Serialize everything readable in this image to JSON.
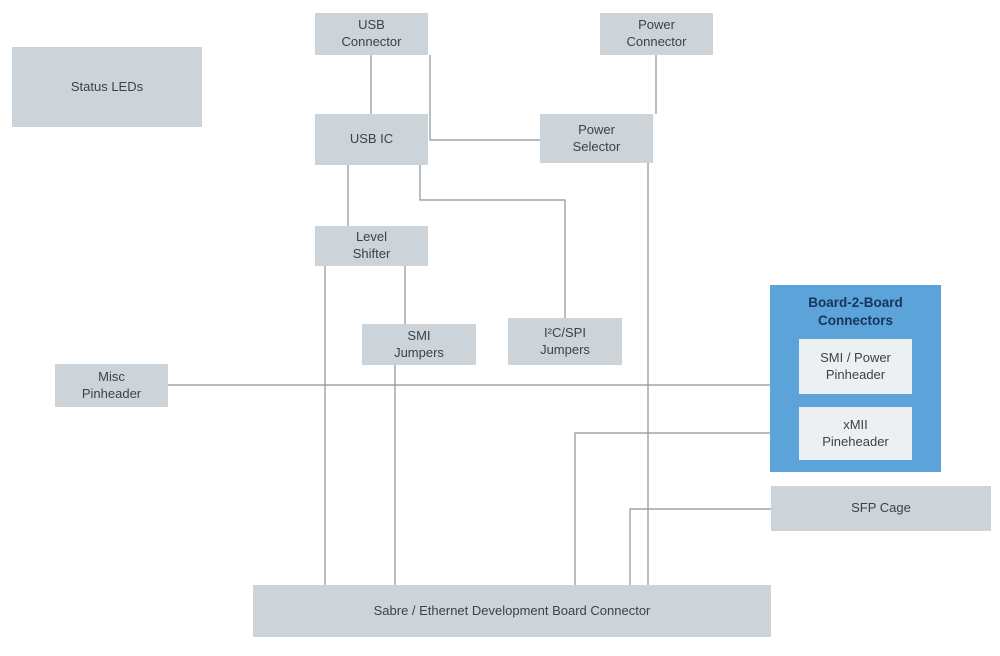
{
  "diagram": {
    "kind": "block-diagram",
    "colors": {
      "node_fill": "#ccd3d9",
      "node_text": "#3d4247",
      "highlight_fill": "#5ba3d8",
      "highlight_title_text": "#16365c",
      "inner_node_fill": "#edf0f2",
      "wire": "#8b9298",
      "background": "#ffffff"
    },
    "nodes": {
      "status_leds": {
        "label": "Status LEDs"
      },
      "usb_connector": {
        "label": [
          "USB",
          "Connector"
        ]
      },
      "power_connector": {
        "label": [
          "Power",
          "Connector"
        ]
      },
      "usb_ic": {
        "label": "USB IC"
      },
      "power_selector": {
        "label": [
          "Power",
          "Selector"
        ]
      },
      "level_shifter": {
        "label": [
          "Level",
          "Shifter"
        ]
      },
      "smi_jumpers": {
        "label": [
          "SMI",
          "Jumpers"
        ]
      },
      "i2c_spi_jumpers": {
        "label": [
          "I²C/SPI",
          "Jumpers"
        ]
      },
      "misc_pinheader": {
        "label": [
          "Misc",
          "Pinheader"
        ]
      },
      "board_2_board": {
        "title": [
          "Board-2-Board",
          "Connectors"
        ],
        "smi_power_pinheader": {
          "label": [
            "SMI / Power",
            "Pinheader"
          ]
        },
        "xmii_pinheader": {
          "label": [
            "xMII",
            "Pineheader"
          ]
        }
      },
      "sfp_cage": {
        "label": "SFP Cage"
      },
      "sabre_connector": {
        "label": "Sabre / Ethernet Development Board Connector"
      }
    },
    "edges": [
      "usb_connector - usb_ic",
      "usb_connector - power_selector",
      "power_connector - power_selector",
      "usb_ic - level_shifter",
      "usb_ic - i2c_spi_jumpers",
      "level_shifter - smi_jumpers",
      "level_shifter - sabre_connector",
      "smi_jumpers - sabre_connector",
      "misc_pinheader - board_2_board",
      "xmii_pinheader - sabre_connector",
      "power_selector - sabre_connector",
      "sfp_cage - sabre_connector"
    ]
  }
}
